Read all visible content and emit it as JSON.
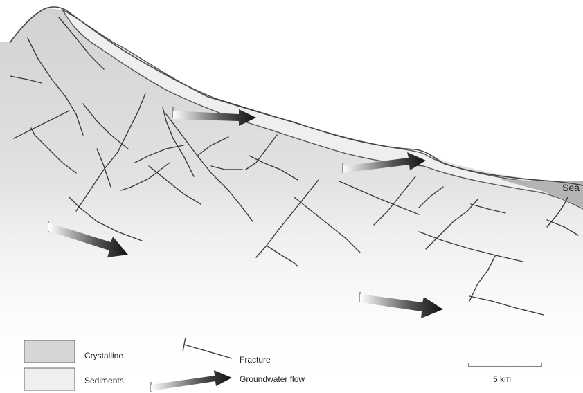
{
  "labels": {
    "sea": "Sea"
  },
  "legend": {
    "crystalline": "Crystalline",
    "sediments": "Sediments",
    "fracture": "Fracture",
    "groundwater_flow": "Groundwater flow"
  },
  "scale_bar": {
    "label": "5 km"
  },
  "colors": {
    "crystalline": "#d6d6d6",
    "sediments": "#efefef",
    "sea": "#b4b4b4",
    "fracture": "#3a3a3a",
    "arrow_dark": "#111111"
  }
}
